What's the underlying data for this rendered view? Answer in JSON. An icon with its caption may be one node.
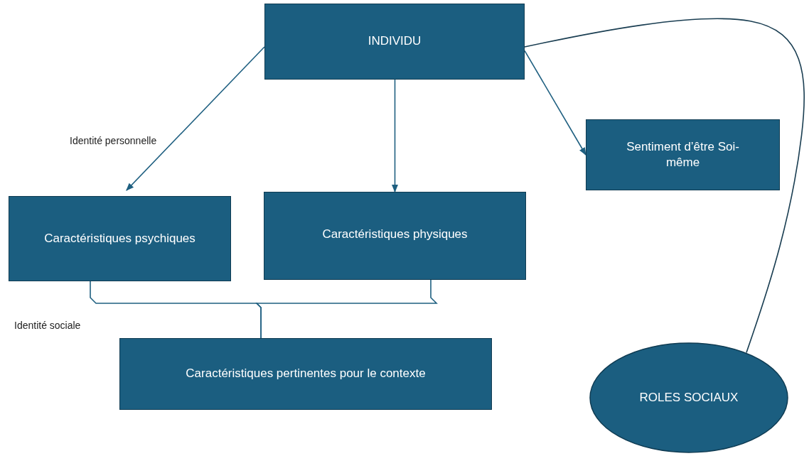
{
  "diagram": {
    "nodes": [
      {
        "text": [
          "INDIVIDU"
        ]
      },
      {
        "text": [
          "Sentiment d’être Soi-même"
        ]
      },
      {
        "text": [
          "Caractéristiques psychiques"
        ]
      },
      {
        "text": [
          "Caractéristiques physiques"
        ]
      },
      {
        "text": [
          "Caractéristiques pertinentes pour le contexte"
        ]
      },
      {
        "text": [
          "ROLES SOCIAUX"
        ]
      }
    ],
    "edges": [
      {
        "from": 0,
        "to": 2,
        "arrow": "to"
      },
      {
        "from": 0,
        "to": 3,
        "arrow": "to"
      },
      {
        "from": 0,
        "to": 1,
        "arrow": "to"
      },
      {
        "from": 0,
        "to": 5,
        "arrow": "none"
      },
      {
        "from": 2,
        "to": 4,
        "arrow": "none"
      },
      {
        "from": 3,
        "to": 4,
        "arrow": "none"
      }
    ],
    "labels": [
      "Identité personnelle",
      "Identité sociale"
    ]
  }
}
